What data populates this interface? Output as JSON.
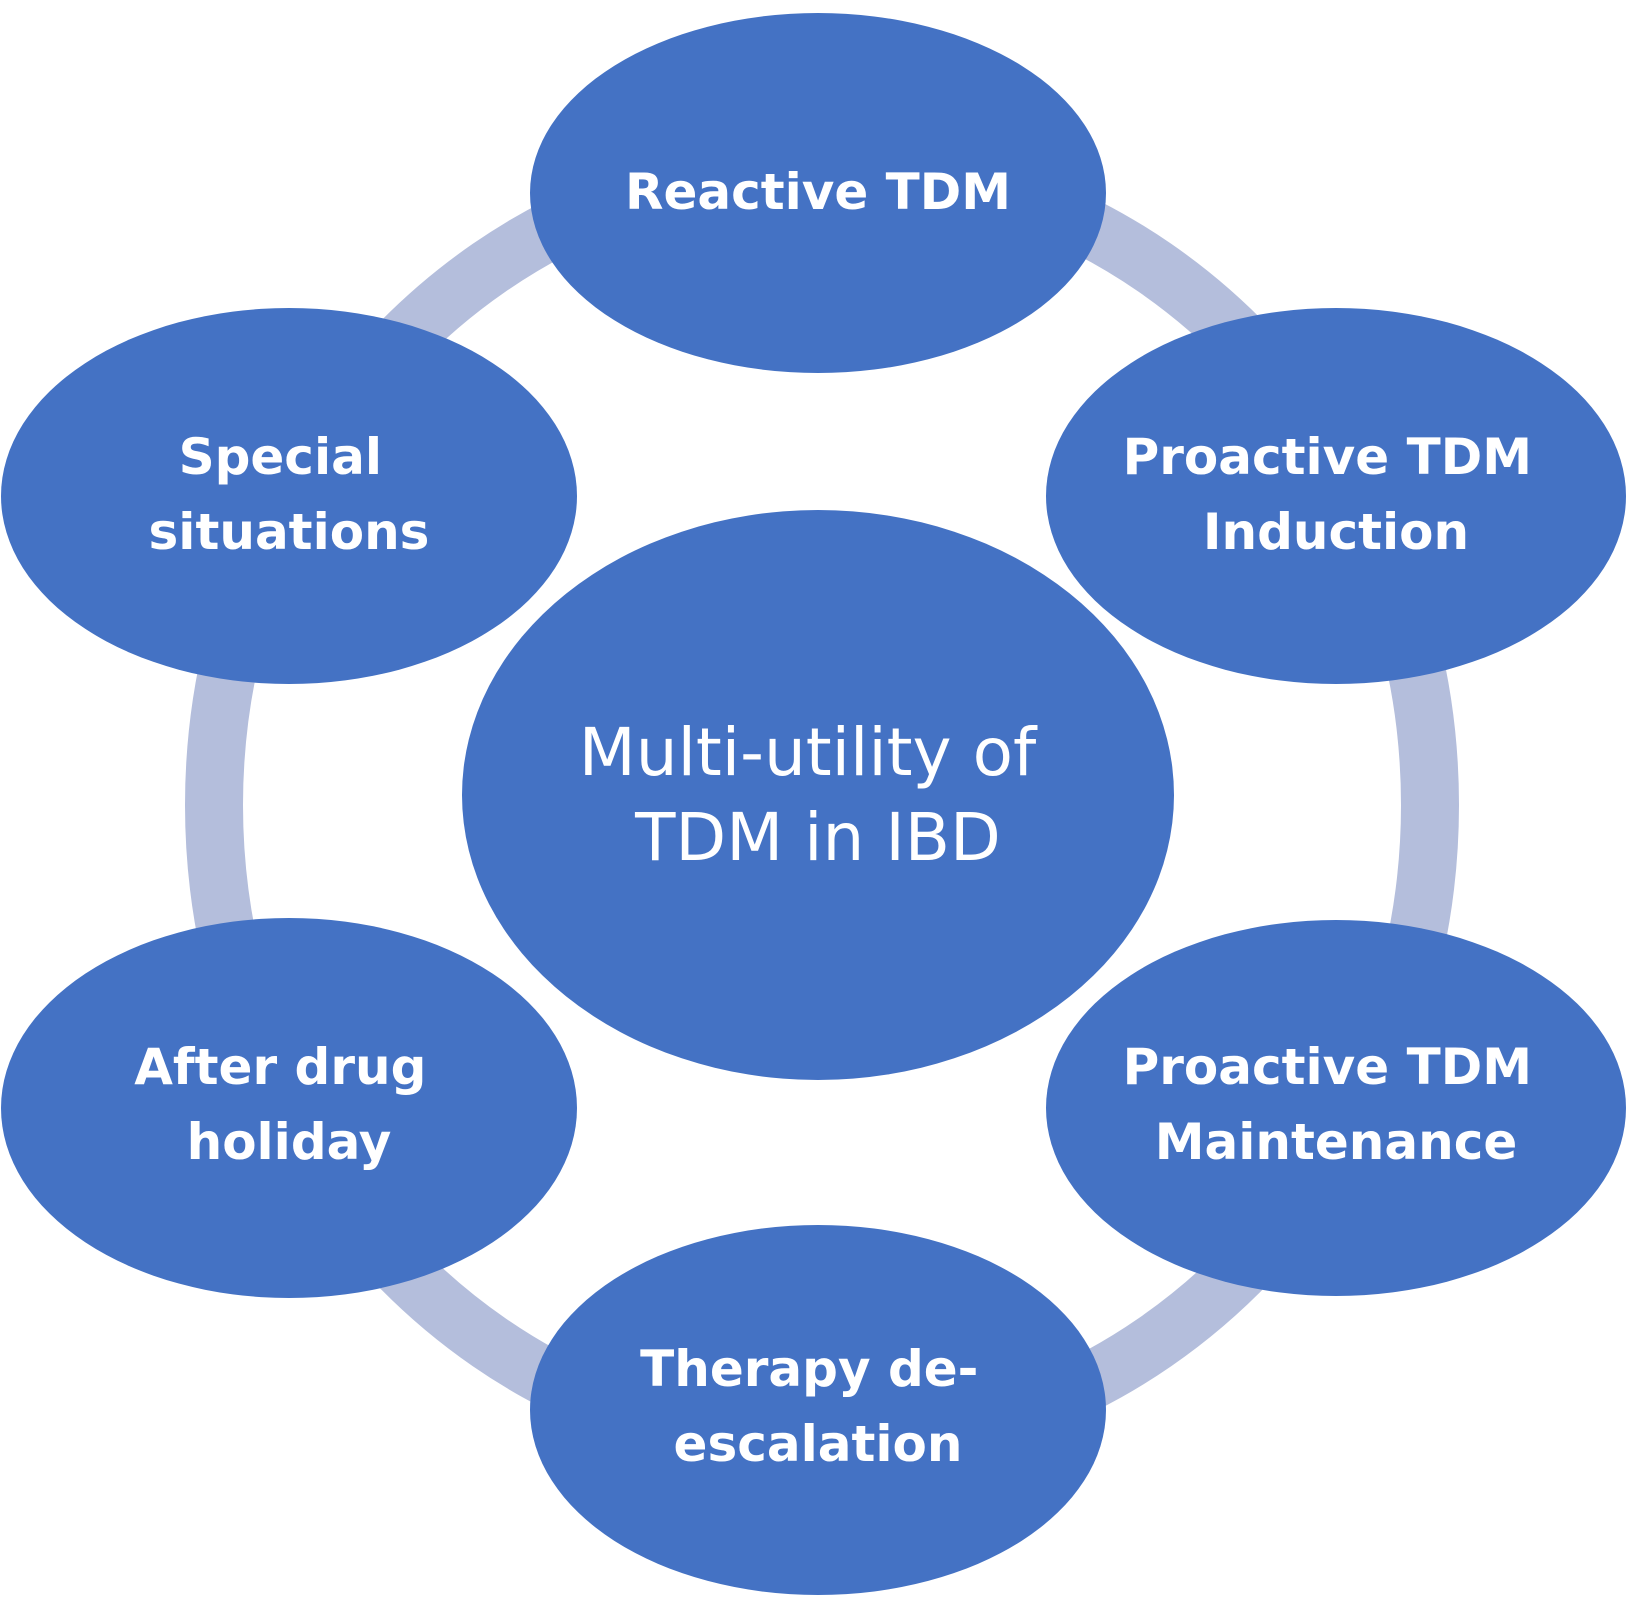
{
  "colors": {
    "node_fill": "#4472C4",
    "ring": "#B4BEDC",
    "text": "#FFFFFF",
    "background": "#FFFFFF"
  },
  "diagram": {
    "center": {
      "lines": [
        "Multi-utility of",
        "TDM in IBD"
      ]
    },
    "nodes": [
      {
        "id": "reactive",
        "lines": [
          "Reactive TDM"
        ]
      },
      {
        "id": "proactive-induction",
        "lines": [
          "Proactive TDM",
          "Induction"
        ]
      },
      {
        "id": "proactive-maintenance",
        "lines": [
          "Proactive TDM",
          "Maintenance"
        ]
      },
      {
        "id": "therapy-deescalation",
        "lines": [
          "Therapy de-",
          "escalation"
        ]
      },
      {
        "id": "after-drug-holiday",
        "lines": [
          "After drug",
          "holiday"
        ]
      },
      {
        "id": "special-situations",
        "lines": [
          "Special",
          "situations"
        ]
      }
    ]
  }
}
